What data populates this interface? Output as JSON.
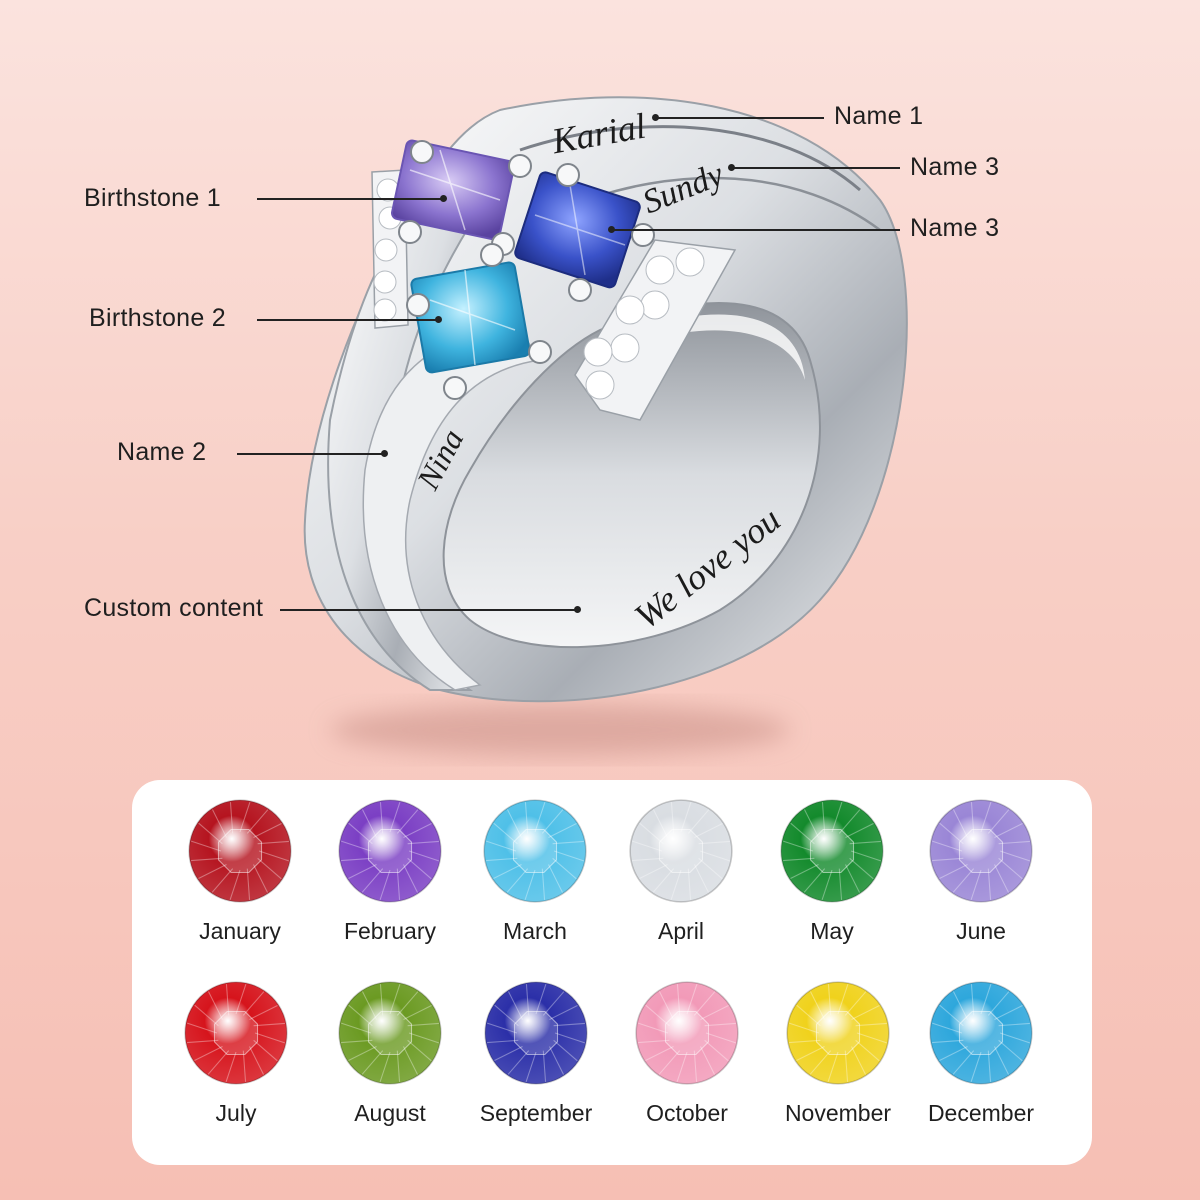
{
  "callouts": {
    "name1": "Name 1",
    "name3a": "Name 3",
    "name3b": "Name 3",
    "birthstone1": "Birthstone 1",
    "birthstone2": "Birthstone 2",
    "name2": "Name 2",
    "custom": "Custom content"
  },
  "engravings": {
    "karial": "Karial",
    "sundy": "Sundy",
    "nina": "Nina",
    "custom": "We love you"
  },
  "months": [
    {
      "label": "January",
      "color": "#b5141f"
    },
    {
      "label": "February",
      "color": "#7b3fc4"
    },
    {
      "label": "March",
      "color": "#4fc0e8"
    },
    {
      "label": "April",
      "color": "#d9dde2"
    },
    {
      "label": "May",
      "color": "#138a2c"
    },
    {
      "label": "June",
      "color": "#9a86d6"
    },
    {
      "label": "July",
      "color": "#d6141c"
    },
    {
      "label": "August",
      "color": "#6b9a22"
    },
    {
      "label": "September",
      "color": "#2b2fa8"
    },
    {
      "label": "October",
      "color": "#f29ab8"
    },
    {
      "label": "November",
      "color": "#f0d21c"
    },
    {
      "label": "December",
      "color": "#2ea7dc"
    }
  ]
}
